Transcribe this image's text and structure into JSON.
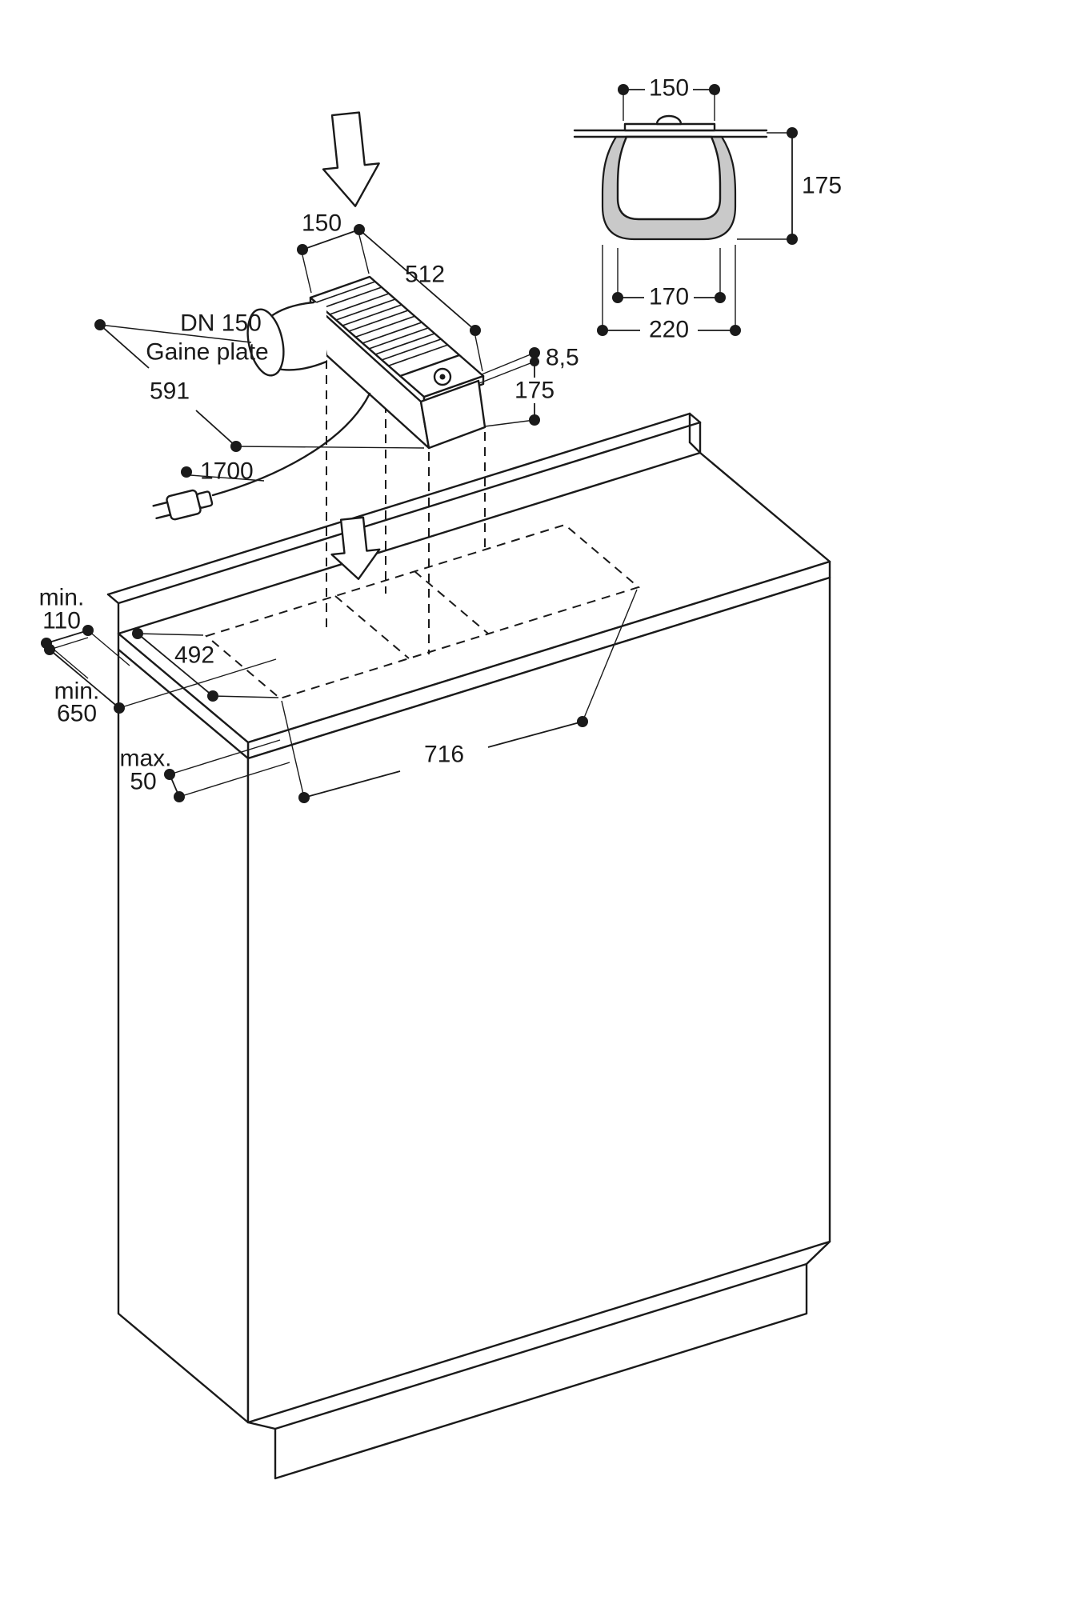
{
  "figure": {
    "background_color": "#ffffff",
    "line_color": "#1a1a1a",
    "duct_fill_color": "#c9c9c9"
  },
  "detail_section": {
    "width_top": "150",
    "depth_right": "175",
    "width_inner": "170",
    "width_outer": "220"
  },
  "module": {
    "width": "150",
    "length": "512",
    "duct_label_line1": "DN 150",
    "duct_label_line2": "Gaine plate",
    "length_with_duct": "591",
    "flange_height": "8,5",
    "body_height": "175",
    "cable_length": "1700"
  },
  "worktop": {
    "side_clearance_label": "min.",
    "side_clearance_value": "110",
    "cutout_depth": "492",
    "front_clearance_label": "min.",
    "front_clearance_value": "650",
    "overhang_label": "max.",
    "overhang_value": "50",
    "cutout_width": "716"
  }
}
